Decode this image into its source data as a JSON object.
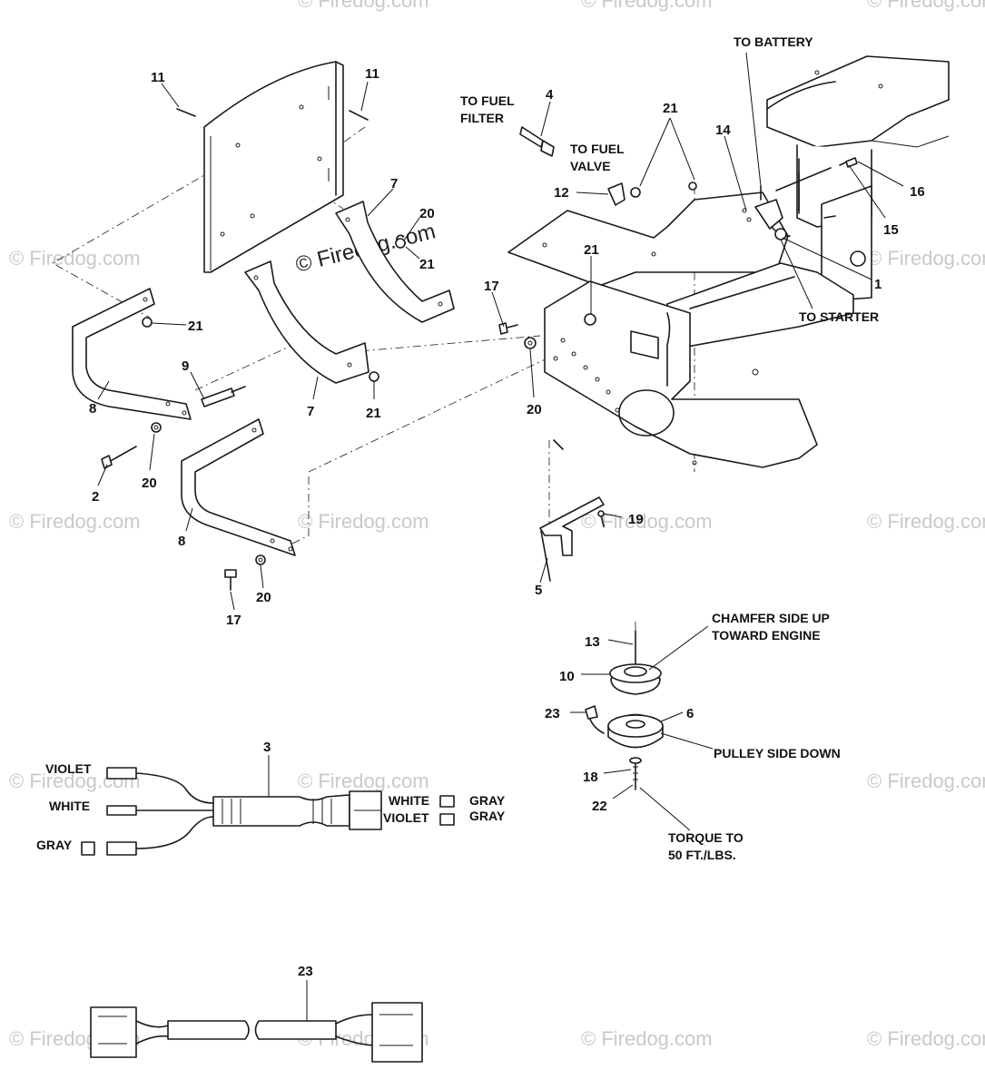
{
  "callouts": {
    "c11a": "11",
    "c11b": "11",
    "c4": "4",
    "c21top": "21",
    "c14": "14",
    "c16": "16",
    "c15": "15",
    "c1": "1",
    "c7top": "7",
    "c20top": "20",
    "c21mid": "21",
    "c12": "12",
    "c21plate": "21",
    "c17top": "17",
    "c21left": "21",
    "c9": "9",
    "c8a": "8",
    "c7bot": "7",
    "c21bot": "21",
    "c20mid": "20",
    "c2": "2",
    "c20left": "20",
    "c8b": "8",
    "c20bot": "20",
    "c17bot": "17",
    "c5": "5",
    "c19": "19",
    "c13": "13",
    "c10": "10",
    "c23clutch": "23",
    "c6": "6",
    "c18": "18",
    "c22": "22",
    "c3": "3",
    "c23harness": "23"
  },
  "notes": {
    "to_battery": "TO BATTERY",
    "to_fuel_filter_1": "TO FUEL",
    "to_fuel_filter_2": "FILTER",
    "to_fuel_valve_1": "TO FUEL",
    "to_fuel_valve_2": "VALVE",
    "to_starter": "TO STARTER",
    "chamfer_1": "CHAMFER SIDE UP",
    "chamfer_2": "TOWARD ENGINE",
    "pulley_side_down": "PULLEY SIDE DOWN",
    "torque_1": "TORQUE TO",
    "torque_2": "50 FT./LBS.",
    "violet_left": "VIOLET",
    "white_left": "WHITE",
    "gray_left": "GRAY",
    "white_right": "WHITE",
    "violet_right": "VIOLET",
    "gray_right_1": "GRAY",
    "gray_right_2": "GRAY"
  },
  "watermarks": {
    "main": "© Firedog.com",
    "repeat": "© Firedog.com"
  }
}
